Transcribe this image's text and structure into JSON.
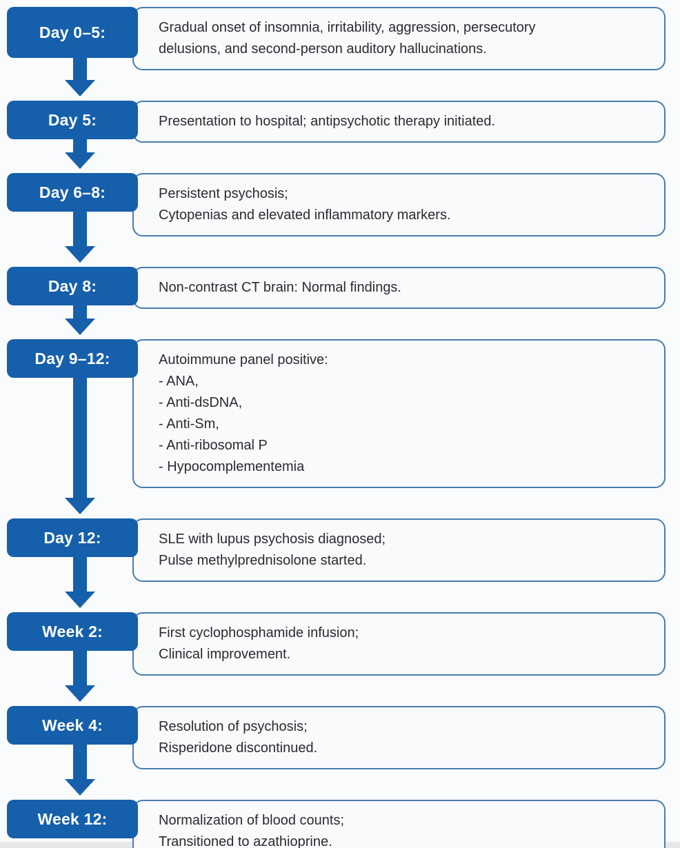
{
  "colors": {
    "primary_blue": "#155fab",
    "content_border": "#4a7cae",
    "content_fill": "#f8fafc",
    "label_text": "#ffffff",
    "body_text": "#2a2b2e",
    "background": "#fafbfc"
  },
  "timeline": {
    "rows": [
      {
        "label": "Day 0–5:",
        "lines": [
          "Gradual onset of insomnia, irritability, aggression, persecutory",
          "delusions, and second-person auditory hallucinations."
        ],
        "arrow": true
      },
      {
        "label": "Day 5:",
        "lines": [
          "Presentation to hospital; antipsychotic therapy initiated."
        ],
        "arrow": true
      },
      {
        "label": "Day 6–8:",
        "lines": [
          "Persistent psychosis;",
          "Cytopenias and elevated inflammatory markers."
        ],
        "arrow": true
      },
      {
        "label": "Day 8:",
        "lines": [
          "Non-contrast CT brain: Normal findings."
        ],
        "arrow": true
      },
      {
        "label": "Day 9–12:",
        "lines": [
          "Autoimmune panel positive:",
          "- ANA,",
          "- Anti-dsDNA,",
          "- Anti-Sm,",
          "- Anti-ribosomal P",
          "- Hypocomplementemia"
        ],
        "arrow": true
      },
      {
        "label": "Day 12:",
        "lines": [
          "SLE with lupus psychosis diagnosed;",
          "Pulse methylprednisolone started."
        ],
        "arrow": true
      },
      {
        "label": "Week 2:",
        "lines": [
          "First cyclophosphamide infusion;",
          "Clinical improvement."
        ],
        "arrow": true
      },
      {
        "label": "Week 4:",
        "lines": [
          "Resolution of psychosis;",
          "Risperidone discontinued."
        ],
        "arrow": true
      },
      {
        "label": "Week 12:",
        "lines": [
          "Normalization of blood counts;",
          "Transitioned to azathioprine."
        ],
        "arrow": false
      }
    ]
  }
}
